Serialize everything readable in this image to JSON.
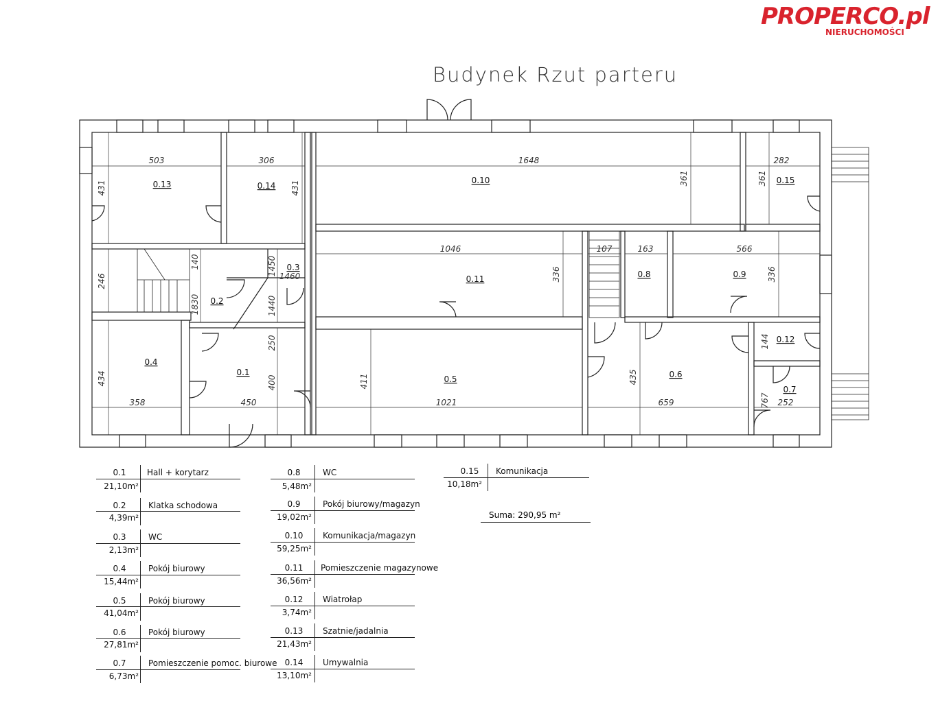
{
  "logo": {
    "main": "PROPERCO.pl",
    "sub": "NIERUCHOMOŚCI"
  },
  "title": "Budynek Rzut parteru",
  "rooms": [
    {
      "id": "0.13",
      "label": "0.13"
    },
    {
      "id": "0.14",
      "label": "0.14"
    },
    {
      "id": "0.10",
      "label": "0.10"
    },
    {
      "id": "0.15",
      "label": "0.15"
    },
    {
      "id": "0.3",
      "label": "0.3"
    },
    {
      "id": "0.2",
      "label": "0.2"
    },
    {
      "id": "0.11",
      "label": "0.11"
    },
    {
      "id": "0.8",
      "label": "0.8"
    },
    {
      "id": "0.9",
      "label": "0.9"
    },
    {
      "id": "0.4",
      "label": "0.4"
    },
    {
      "id": "0.1",
      "label": "0.1"
    },
    {
      "id": "0.5",
      "label": "0.5"
    },
    {
      "id": "0.6",
      "label": "0.6"
    },
    {
      "id": "0.12",
      "label": "0.12"
    },
    {
      "id": "0.7",
      "label": "0.7"
    }
  ],
  "dimensions": [
    "503",
    "306",
    "1648",
    "282",
    "431",
    "431",
    "361",
    "361",
    "1046",
    "107",
    "163",
    "566",
    "140",
    "1450",
    "1460",
    "246",
    "336",
    "336",
    "1830",
    "1440",
    "250",
    "144",
    "434",
    "400",
    "411",
    "435",
    "767",
    "358",
    "450",
    "1021",
    "659",
    "252"
  ],
  "legend": [
    {
      "num": "0.1",
      "area": "21,10m²",
      "name": "Hall + korytarz"
    },
    {
      "num": "0.2",
      "area": "4,39m²",
      "name": "Klatka schodowa"
    },
    {
      "num": "0.3",
      "area": "2,13m²",
      "name": "WC"
    },
    {
      "num": "0.4",
      "area": "15,44m²",
      "name": "Pokój biurowy"
    },
    {
      "num": "0.5",
      "area": "41,04m²",
      "name": "Pokój biurowy"
    },
    {
      "num": "0.6",
      "area": "27,81m²",
      "name": "Pokój biurowy"
    },
    {
      "num": "0.7",
      "area": "6,73m²",
      "name": "Pomieszczenie pomoc. biurowe"
    },
    {
      "num": "0.8",
      "area": "5,48m²",
      "name": "WC"
    },
    {
      "num": "0.9",
      "area": "19,02m²",
      "name": "Pokój biurowy/magazyn"
    },
    {
      "num": "0.10",
      "area": "59,25m²",
      "name": "Komunikacja/magazyn"
    },
    {
      "num": "0.11",
      "area": "36,56m²",
      "name": "Pomieszczenie magazynowe"
    },
    {
      "num": "0.12",
      "area": "3,74m²",
      "name": "Wiatrołap"
    },
    {
      "num": "0.13",
      "area": "21,43m²",
      "name": "Szatnie/jadalnia"
    },
    {
      "num": "0.14",
      "area": "13,10m²",
      "name": "Umywalnia"
    },
    {
      "num": "0.15",
      "area": "10,18m²",
      "name": "Komunikacja"
    }
  ],
  "sum": "Suma: 290,95 m²"
}
